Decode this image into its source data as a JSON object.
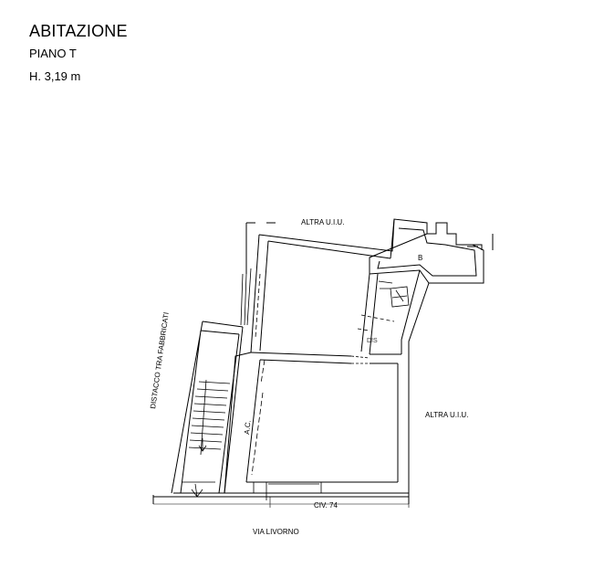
{
  "header": {
    "title": "ABITAZIONE",
    "floor": "PIANO T",
    "height": "H. 3,19 m"
  },
  "labels": {
    "altra_top": "ALTRA U.I.U.",
    "altra_right": "ALTRA U.I.U.",
    "balcony": "B",
    "dis": "DIS",
    "ac": "A.C.",
    "distacco": "DISTACCO TRA FABBRICATI",
    "civ": "CIV. 74",
    "street": "VIA LIVORNO"
  },
  "colors": {
    "line": "#000000",
    "wall_fill": "#ffffff",
    "background": "#ffffff"
  }
}
